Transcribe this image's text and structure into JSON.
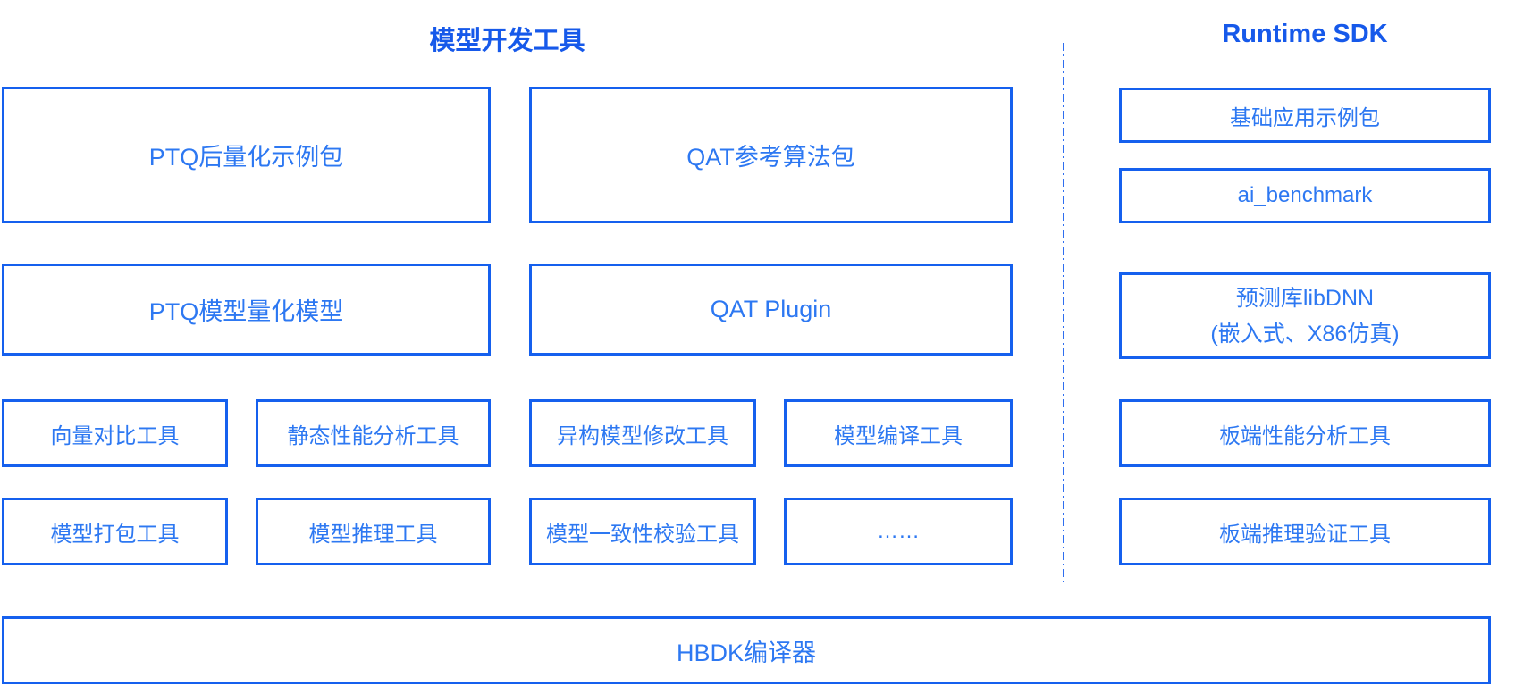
{
  "colors": {
    "border": "#1560ee",
    "text": "#2d78f2",
    "title": "#1659ea",
    "divider": "#2e6ef0",
    "background": "#ffffff"
  },
  "titles": {
    "dev_tools": "模型开发工具",
    "runtime_sdk": "Runtime SDK"
  },
  "boxes": {
    "ptq_pkg": "PTQ后量化示例包",
    "qat_pkg": "QAT参考算法包",
    "ptq_model": "PTQ模型量化模型",
    "qat_plugin": "QAT Plugin",
    "vector_compare": "向量对比工具",
    "static_perf": "静态性能分析工具",
    "hetero_modify": "异构模型修改工具",
    "model_compile": "模型编译工具",
    "model_pack": "模型打包工具",
    "model_infer": "模型推理工具",
    "model_consistency": "模型一致性校验工具",
    "ellipsis": "……",
    "basic_samples": "基础应用示例包",
    "ai_benchmark": "ai_benchmark",
    "libdnn_line1": "预测库libDNN",
    "libdnn_line2": "(嵌入式、X86仿真)",
    "board_perf": "板端性能分析工具",
    "board_infer": "板端推理验证工具",
    "hbdk": "HBDK编译器"
  }
}
